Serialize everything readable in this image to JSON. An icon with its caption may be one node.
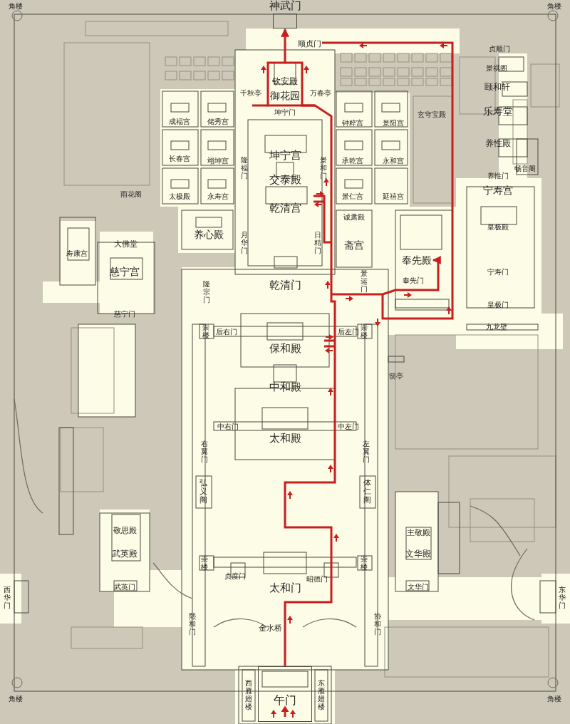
{
  "diagram": {
    "nodes": [
      {
        "text": [
          "神武门"
        ]
      },
      {
        "text": [
          "顺贞门"
        ]
      },
      {
        "text": [
          "奉先殿"
        ]
      },
      {
        "text": [
          "午门"
        ]
      }
    ],
    "edges": [
      {
        "from": 3,
        "to": 0,
        "arrow": "to"
      },
      {
        "from": null,
        "to": 2,
        "arrow": "to"
      },
      {
        "from": null,
        "to": 1,
        "arrow": "none"
      }
    ],
    "labels": [
      "角楼",
      "角楼",
      "贞顺门",
      "景祺阁",
      "钦安殿",
      "千秋亭",
      "御花园",
      "万春亭",
      "颐和轩",
      "坤宁门",
      "玄穹宝殿",
      "乐寿堂",
      "成福宫",
      "储秀宫",
      "钟粹宫",
      "景阳宫",
      "养性殿",
      "坤宁宫",
      "长春宫",
      "翊坤宫",
      "承乾宫",
      "永和宫",
      "隆福门",
      "景和门",
      "畅音阁",
      "养性门",
      "交泰殿",
      "雨花阁",
      "太极殿",
      "永寿宫",
      "景仁宫",
      "延禧宫",
      "宁寿宫",
      "乾清宫",
      "诚肃殿",
      "皇极殿",
      "大佛堂",
      "养心殿",
      "月华门",
      "日精门",
      "斋宫",
      "寿康宫",
      "慈宁宫",
      "宁寿门",
      "乾清门",
      "奉先门",
      "隆宗门",
      "景运门",
      "慈宁门",
      "皇极门",
      "九龙壁",
      "崇楼",
      "后右门",
      "保和殿",
      "后左门",
      "崇楼",
      "箭亭",
      "中和殿",
      "中右门",
      "中左门",
      "太和殿",
      "右翼门",
      "左翼门",
      "弘义阁",
      "体仁阁",
      "敬思殿",
      "主敬殿",
      "武英殿",
      "文华殿",
      "崇楼",
      "贞度门",
      "太和门",
      "昭德门",
      "崇楼",
      "武英门",
      "文华门",
      "西华门",
      "东华门",
      "熙和门",
      "协和门",
      "金水桥",
      "角楼",
      "西雁翅楼",
      "东雁翅楼",
      "角楼"
    ]
  }
}
